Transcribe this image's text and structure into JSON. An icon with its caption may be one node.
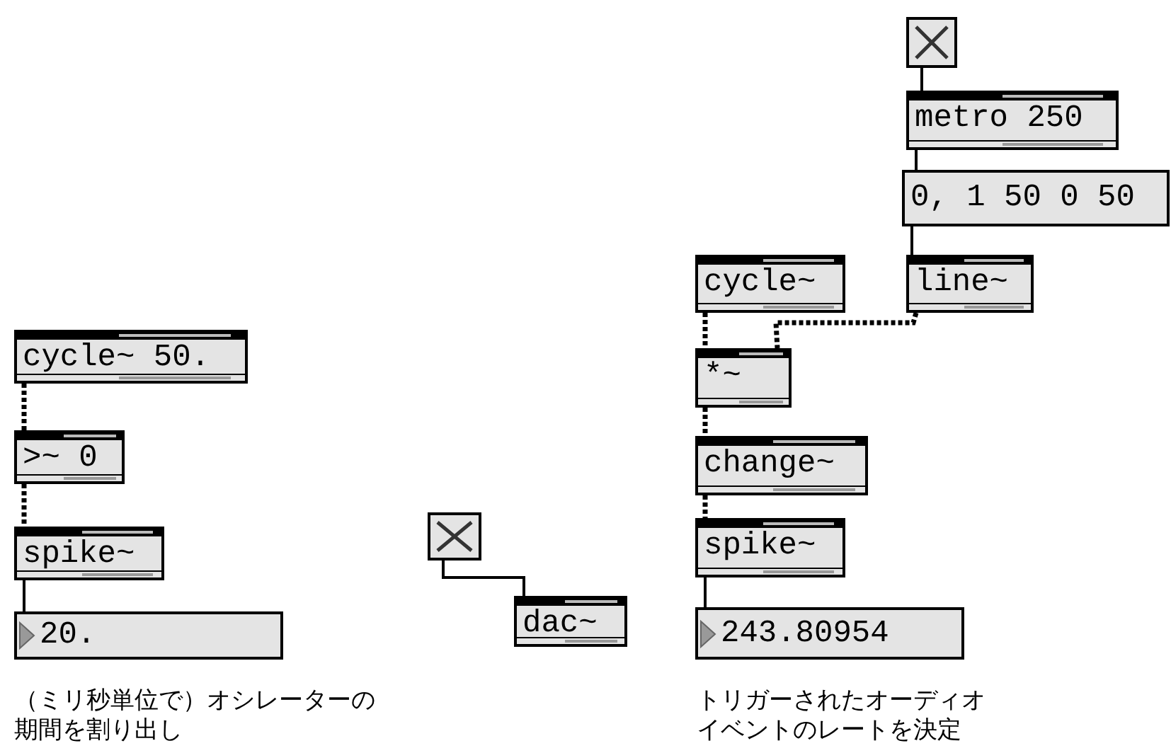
{
  "diagram": {
    "nodes": [
      {
        "text": [
          "cycle~ 50."
        ]
      },
      {
        "text": [
          ">~ 0"
        ]
      },
      {
        "text": [
          "spike~"
        ]
      },
      {
        "text": [
          "20."
        ]
      },
      {
        "text": [],
        "shape": "box"
      },
      {
        "text": [
          "dac~"
        ]
      },
      {
        "text": [],
        "shape": "box"
      },
      {
        "text": [
          "metro 250"
        ]
      },
      {
        "text": [
          "0, 1 50 0 50"
        ]
      },
      {
        "text": [
          "cycle~"
        ]
      },
      {
        "text": [
          "line~"
        ]
      },
      {
        "text": [
          "*~"
        ]
      },
      {
        "text": [
          "change~"
        ]
      },
      {
        "text": [
          "spike~"
        ]
      },
      {
        "text": [
          "243.80954"
        ]
      }
    ],
    "edges": [
      {
        "from": 0,
        "to": 1,
        "arrow": "none",
        "style": "dashed"
      },
      {
        "from": 1,
        "to": 2,
        "arrow": "none",
        "style": "dashed"
      },
      {
        "from": 2,
        "to": 3,
        "arrow": "none"
      },
      {
        "from": 4,
        "to": 5,
        "arrow": "none"
      },
      {
        "from": 6,
        "to": 7,
        "arrow": "none"
      },
      {
        "from": 7,
        "to": 8,
        "arrow": "none"
      },
      {
        "from": 8,
        "to": 10,
        "arrow": "none"
      },
      {
        "from": 9,
        "to": 11,
        "arrow": "none",
        "style": "dashed"
      },
      {
        "from": 10,
        "to": 11,
        "arrow": "none",
        "style": "dashed"
      },
      {
        "from": 11,
        "to": 12,
        "arrow": "none",
        "style": "dashed"
      },
      {
        "from": 12,
        "to": 13,
        "arrow": "none",
        "style": "dashed"
      },
      {
        "from": 13,
        "to": 14,
        "arrow": "none"
      }
    ],
    "labels": [
      "（ミリ秒単位で）オシレーターの期間を割り出し",
      "トリガーされたオーディオイベントのレートを決定"
    ]
  }
}
